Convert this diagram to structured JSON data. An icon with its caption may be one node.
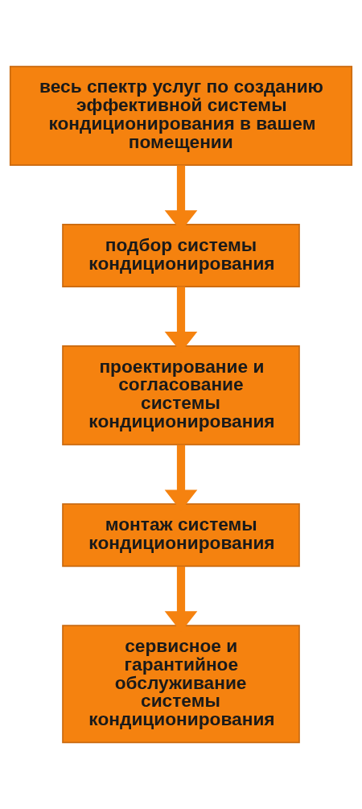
{
  "diagram": {
    "nodes": [
      {
        "text": [
          "весь спектр услуг по созданию эффективной системы кондиционирования в вашем помещении"
        ]
      },
      {
        "text": [
          "подбор системы кондиционирования"
        ]
      },
      {
        "text": [
          "проектирование и согласование системы кондиционирования"
        ]
      },
      {
        "text": [
          "монтаж системы кондиционирования"
        ]
      },
      {
        "text": [
          "сервисное и гарантийное обслуживание системы кондиционирования"
        ]
      }
    ],
    "edges": [
      {
        "from": 0,
        "to": 1,
        "arrow": "to"
      },
      {
        "from": 1,
        "to": 2,
        "arrow": "to"
      },
      {
        "from": 2,
        "to": 3,
        "arrow": "to"
      },
      {
        "from": 3,
        "to": 4,
        "arrow": "to"
      }
    ]
  }
}
